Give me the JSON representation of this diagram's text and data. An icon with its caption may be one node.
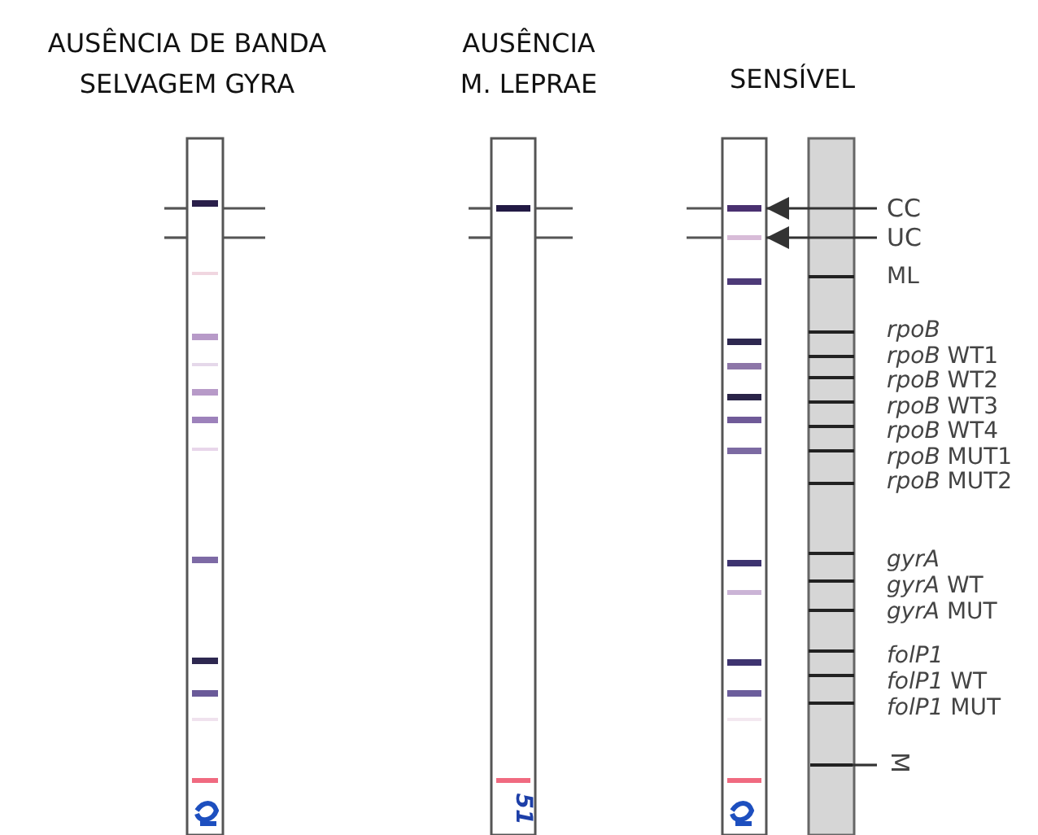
{
  "diagram": {
    "nodes": [
      {
        "text": [
          "CC"
        ]
      },
      {
        "text": [
          "UC"
        ]
      },
      {
        "text": [],
        "shape": "bar"
      },
      {
        "text": [
          "M"
        ]
      },
      {
        "text": [],
        "shape": "bar"
      }
    ],
    "edges": [
      {
        "from": 0,
        "to": 2,
        "arrow": "to"
      },
      {
        "from": 1,
        "to": 2,
        "arrow": "to"
      },
      {
        "from": 3,
        "to": 4,
        "arrow": "none"
      }
    ],
    "labels": [
      "AUSÊNCIA DE BANDA SELVAGEM GYRA",
      "AUSÊNCIA M. LEPRAE",
      "SENSÍVEL",
      "ML",
      "rpoB",
      "*rpoB* WT1",
      "*rpoB* WT2",
      "*rpoB* WT3",
      "*rpoB* WT4",
      "*rpoB* MUT1",
      "*rpoB* MUT2",
      "gyrA",
      "*gyrA* WT",
      "*gyrA* MUT",
      "folP1",
      "*folP1* WT",
      "*folP1* MUT",
      "51"
    ]
  }
}
